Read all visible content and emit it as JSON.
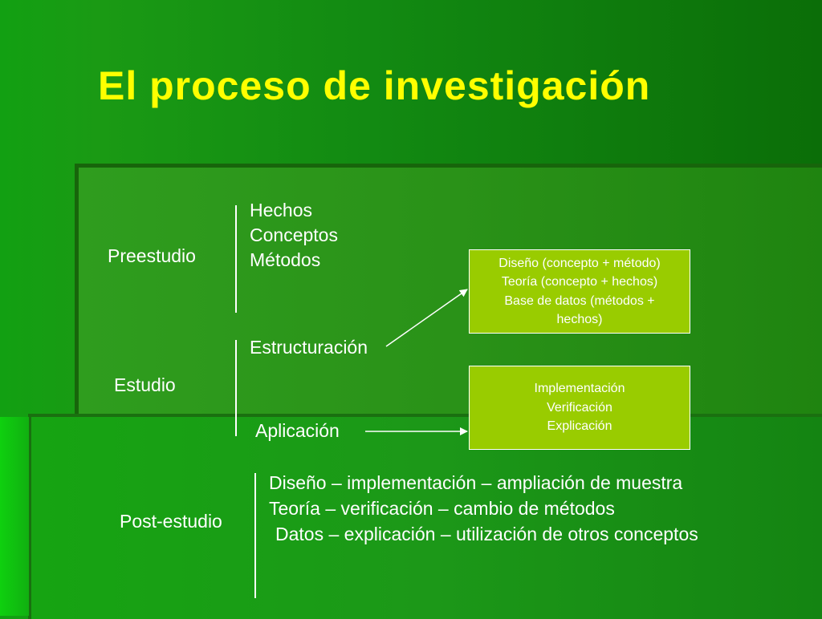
{
  "slide": {
    "title": "El proceso de investigación",
    "stages": {
      "preestudio": "Preestudio",
      "estudio": "Estudio",
      "post_estudio": "Post-estudio"
    },
    "preestudio_items": [
      "Hechos",
      "Conceptos",
      "Métodos"
    ],
    "estudio_items": {
      "estructuracion": "Estructuración",
      "aplicacion": "Aplicación"
    },
    "box_design": [
      "Diseño (concepto + método)",
      "Teoría (concepto + hechos)",
      "Base de datos (métodos +",
      "hechos)"
    ],
    "box_implementation": [
      "Implementación",
      "Verificación",
      "Explicación"
    ],
    "post_estudio_items": [
      "Diseño – implementación – ampliación de muestra",
      "Teoría – verificación – cambio de métodos",
      "Datos – explicación – utilización de otros conceptos"
    ],
    "colors": {
      "title": "#ffff00",
      "box_fill": "#99cc00",
      "text": "#ffffff",
      "background": "#1a9014"
    }
  }
}
